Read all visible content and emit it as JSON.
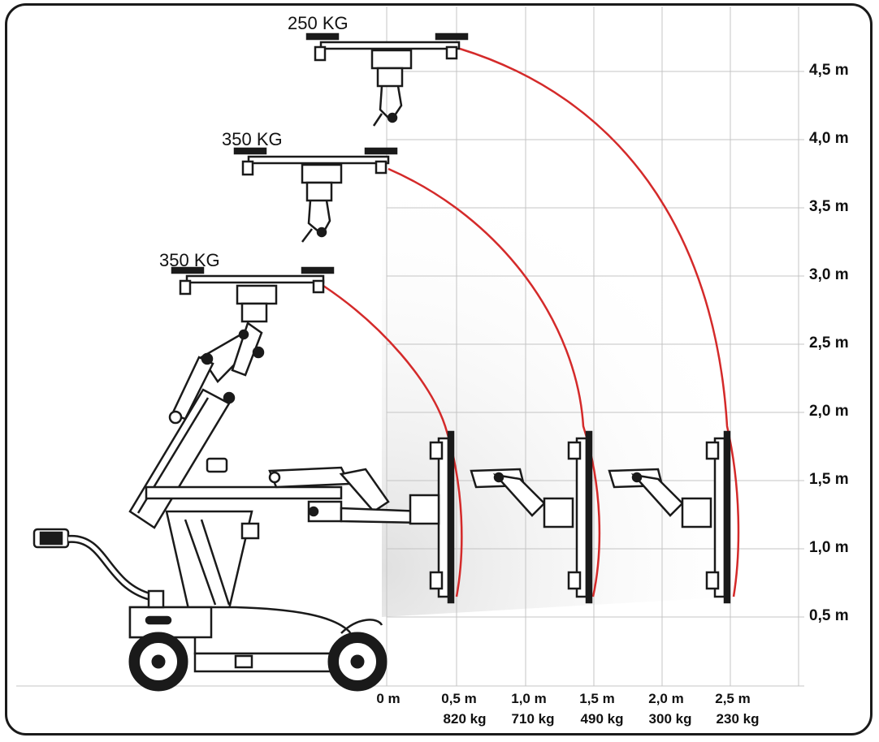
{
  "diagram": {
    "y_labels": [
      "4,5 m",
      "4,0 m",
      "3,5 m",
      "3,0 m",
      "2,5 m",
      "2,0 m",
      "1,5 m",
      "1,0 m",
      "0,5 m"
    ],
    "x_distances": [
      "0 m",
      "0,5 m",
      "1,0 m",
      "1,5 m",
      "2,0 m",
      "2,5 m"
    ],
    "x_capacities": [
      "",
      "820 kg",
      "710 kg",
      "490 kg",
      "300 kg",
      "230 kg"
    ],
    "top_capacities": [
      "250 KG",
      "350 KG",
      "350 KG"
    ],
    "colors": {
      "arc": "#d42a2a",
      "grid": "#c4c4c4",
      "line": "#1a1a1a"
    }
  }
}
